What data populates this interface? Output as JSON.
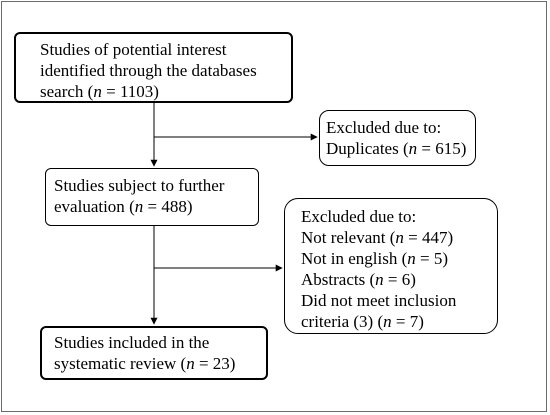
{
  "flow": {
    "identified": {
      "lines": [
        "Studies of potential interest",
        "identified through the databases",
        "search (n = 1103)"
      ]
    },
    "excluded_duplicates": {
      "lines": [
        "Excluded due to:",
        "Duplicates (n = 615)"
      ]
    },
    "evaluation": {
      "lines": [
        "Studies subject to further",
        "evaluation (n = 488)"
      ]
    },
    "excluded_reasons": {
      "lines": [
        "Excluded  due to:",
        "Not relevant (n = 447)",
        "Not in english (n = 5)",
        "Abstracts (n = 6)",
        "Did not meet inclusion",
        "criteria (3) (n = 7)"
      ]
    },
    "included": {
      "lines": [
        "Studies included in the",
        "systematic review (n = 23)"
      ]
    }
  },
  "colors": {
    "border": "#000000",
    "frame": "#6b6b6b",
    "text": "#000000",
    "background": "#ffffff"
  }
}
